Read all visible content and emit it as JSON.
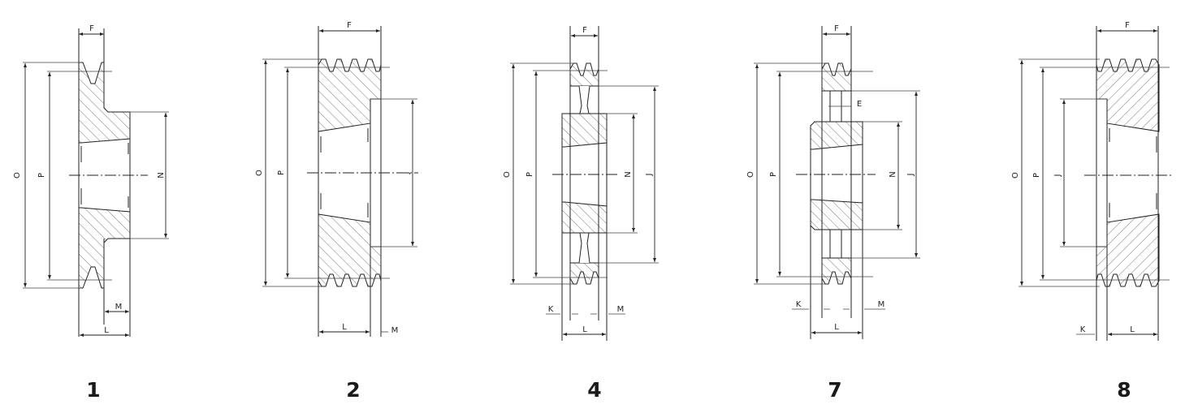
{
  "figures": [
    {
      "number": "1",
      "labels": {
        "F": "F",
        "O": "O",
        "P": "P",
        "N": "N",
        "M": "M",
        "L": "L"
      }
    },
    {
      "number": "2",
      "labels": {
        "F": "F",
        "O": "O",
        "P": "P",
        "J": "J",
        "L": "L",
        "M": "M"
      }
    },
    {
      "number": "4",
      "labels": {
        "F": "F",
        "O": "O",
        "P": "P",
        "N": "N",
        "J": "J",
        "K": "K",
        "M": "M",
        "L": "L"
      }
    },
    {
      "number": "7",
      "labels": {
        "F": "F",
        "E": "E",
        "O": "O",
        "P": "P",
        "N": "N",
        "J": "J",
        "K": "K",
        "M": "M",
        "L": "L"
      }
    },
    {
      "number": "8",
      "labels": {
        "F": "F",
        "O": "O",
        "P": "P",
        "J": "J",
        "K": "K",
        "L": "L"
      }
    }
  ]
}
